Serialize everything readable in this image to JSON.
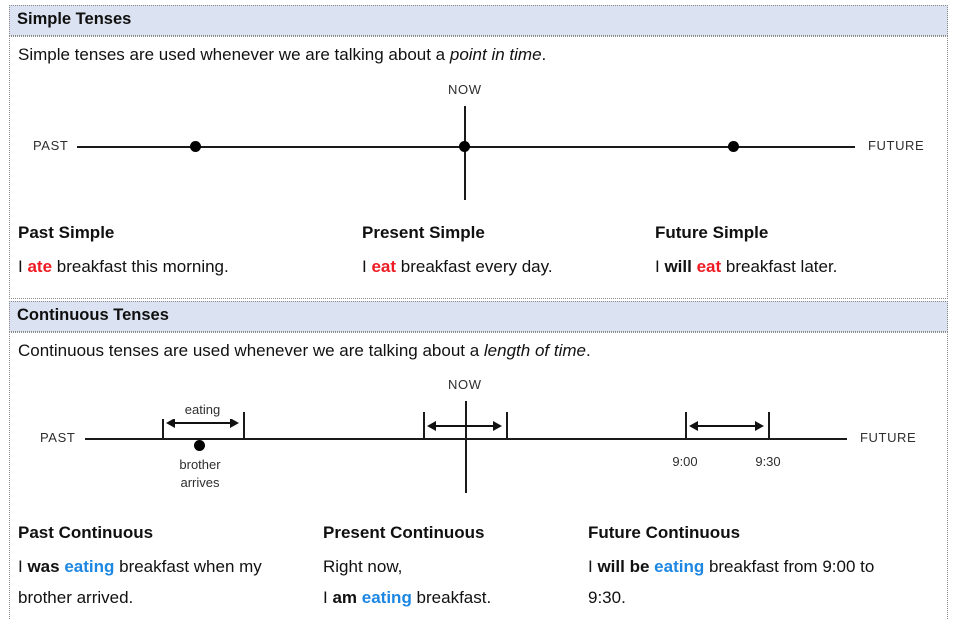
{
  "colors": {
    "header_bg": "#DBE2F1",
    "red": "#ED1C24",
    "blue": "#1C87E3",
    "border": "#8A8A8A"
  },
  "simple": {
    "header": "Simple Tenses",
    "intro": [
      {
        "t": "Simple tenses are used whenever we are talking about a ",
        "s": "plain"
      },
      {
        "t": "point in time",
        "s": "italic"
      },
      {
        "t": ".",
        "s": "plain"
      }
    ],
    "timeline": {
      "now": "NOW",
      "past": "PAST",
      "future": "FUTURE"
    },
    "columns": [
      {
        "heading": "Past Simple",
        "lines": [
          [
            {
              "t": "I ",
              "s": "plain"
            },
            {
              "t": "ate",
              "s": "bold-red"
            },
            {
              "t": " breakfast this morning.",
              "s": "plain"
            }
          ]
        ]
      },
      {
        "heading": "Present Simple",
        "lines": [
          [
            {
              "t": "I ",
              "s": "plain"
            },
            {
              "t": "eat",
              "s": "bold-red"
            },
            {
              "t": " breakfast every day.",
              "s": "plain"
            }
          ]
        ]
      },
      {
        "heading": "Future Simple",
        "lines": [
          [
            {
              "t": "I ",
              "s": "plain"
            },
            {
              "t": "will",
              "s": "bold"
            },
            {
              "t": " ",
              "s": "plain"
            },
            {
              "t": "eat",
              "s": "bold-red"
            },
            {
              "t": " breakfast later.",
              "s": "plain"
            }
          ]
        ]
      }
    ]
  },
  "continuous": {
    "header": "Continuous Tenses",
    "intro": [
      {
        "t": "Continuous tenses are used whenever we are talking about a ",
        "s": "plain"
      },
      {
        "t": "length of time",
        "s": "italic"
      },
      {
        "t": ".",
        "s": "plain"
      }
    ],
    "timeline": {
      "now": "NOW",
      "past": "PAST",
      "future": "FUTURE",
      "interval_label": "eating",
      "event_line1": "brother",
      "event_line2": "arrives",
      "start_time": "9:00",
      "end_time": "9:30"
    },
    "columns": [
      {
        "heading": "Past Continuous",
        "lines": [
          [
            {
              "t": "I ",
              "s": "plain"
            },
            {
              "t": "was",
              "s": "bold"
            },
            {
              "t": " ",
              "s": "plain"
            },
            {
              "t": "eating",
              "s": "bold-blue"
            },
            {
              "t": " breakfast when my",
              "s": "plain"
            }
          ],
          [
            {
              "t": "brother arrived.",
              "s": "plain"
            }
          ]
        ]
      },
      {
        "heading": "Present Continuous",
        "lines": [
          [
            {
              "t": "Right now,",
              "s": "plain"
            }
          ],
          [
            {
              "t": "I ",
              "s": "plain"
            },
            {
              "t": "am",
              "s": "bold"
            },
            {
              "t": " ",
              "s": "plain"
            },
            {
              "t": "eating",
              "s": "bold-blue"
            },
            {
              "t": " breakfast.",
              "s": "plain"
            }
          ]
        ]
      },
      {
        "heading": "Future Continuous",
        "lines": [
          [
            {
              "t": "I ",
              "s": "plain"
            },
            {
              "t": "will be",
              "s": "bold"
            },
            {
              "t": " ",
              "s": "plain"
            },
            {
              "t": "eating",
              "s": "bold-blue"
            },
            {
              "t": " breakfast from 9:00 to",
              "s": "plain"
            }
          ],
          [
            {
              "t": "9:30.",
              "s": "plain"
            }
          ]
        ]
      }
    ]
  }
}
